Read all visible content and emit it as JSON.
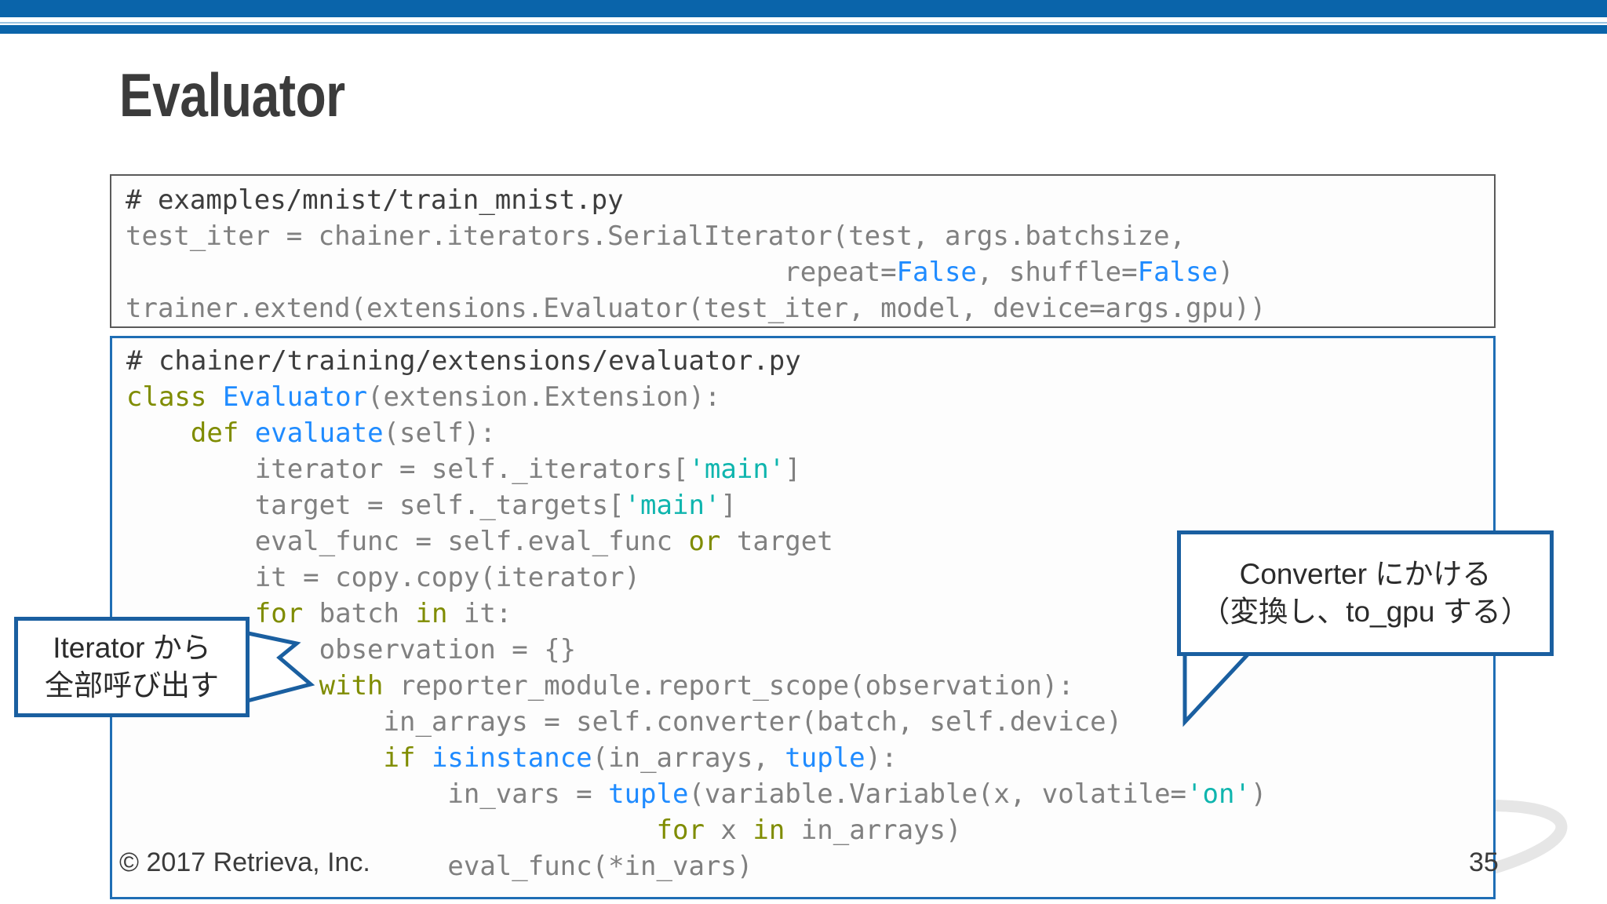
{
  "slide": {
    "title": "Evaluator",
    "page_number": "35",
    "copyright": "© 2017 Retrieva, Inc.",
    "accent_color": "#0a64aa",
    "callout_border_color": "#1a5fa0",
    "code_box_1_border_color": "#5a5a5a",
    "code_box_2_border_color": "#1f6eb5"
  },
  "code_block_1": {
    "lines": [
      [
        {
          "t": "# examples/mnist/train_mnist.py",
          "c": "comment"
        }
      ],
      [
        {
          "t": "test_iter = chainer.iterators.SerialIterator(test, args.batchsize,",
          "c": "plain"
        }
      ],
      [
        {
          "t": "                                         repeat=",
          "c": "plain"
        },
        {
          "t": "False",
          "c": "builtin"
        },
        {
          "t": ", shuffle=",
          "c": "plain"
        },
        {
          "t": "False",
          "c": "builtin"
        },
        {
          "t": ")",
          "c": "plain"
        }
      ],
      [
        {
          "t": "trainer.extend(extensions.Evaluator(test_iter, model, device=args.gpu))",
          "c": "plain"
        }
      ]
    ]
  },
  "code_block_2": {
    "lines": [
      [
        {
          "t": "# chainer/training/extensions/evaluator.py",
          "c": "comment"
        }
      ],
      [
        {
          "t": "class ",
          "c": "kw"
        },
        {
          "t": "Evaluator",
          "c": "def"
        },
        {
          "t": "(extension.Extension):",
          "c": "plain"
        }
      ],
      [
        {
          "t": "    ",
          "c": "plain"
        },
        {
          "t": "def ",
          "c": "kw"
        },
        {
          "t": "evaluate",
          "c": "def"
        },
        {
          "t": "(self):",
          "c": "plain"
        }
      ],
      [
        {
          "t": "        iterator = self._iterators[",
          "c": "plain"
        },
        {
          "t": "'main'",
          "c": "str"
        },
        {
          "t": "]",
          "c": "plain"
        }
      ],
      [
        {
          "t": "        target = self._targets[",
          "c": "plain"
        },
        {
          "t": "'main'",
          "c": "str"
        },
        {
          "t": "]",
          "c": "plain"
        }
      ],
      [
        {
          "t": "        eval_func = self.eval_func ",
          "c": "plain"
        },
        {
          "t": "or",
          "c": "kw"
        },
        {
          "t": " target",
          "c": "plain"
        }
      ],
      [
        {
          "t": "        it = copy.copy(iterator)",
          "c": "plain"
        }
      ],
      [
        {
          "t": "        ",
          "c": "plain"
        },
        {
          "t": "for",
          "c": "kw"
        },
        {
          "t": " batch ",
          "c": "plain"
        },
        {
          "t": "in",
          "c": "kw"
        },
        {
          "t": " it:",
          "c": "plain"
        }
      ],
      [
        {
          "t": "            observation = {}",
          "c": "plain"
        }
      ],
      [
        {
          "t": "            ",
          "c": "plain"
        },
        {
          "t": "with",
          "c": "kw"
        },
        {
          "t": " reporter_module.report_scope(observation):",
          "c": "plain"
        }
      ],
      [
        {
          "t": "                in_arrays = self.converter(batch, self.device)",
          "c": "plain"
        }
      ],
      [
        {
          "t": "                ",
          "c": "plain"
        },
        {
          "t": "if",
          "c": "kw"
        },
        {
          "t": " ",
          "c": "plain"
        },
        {
          "t": "isinstance",
          "c": "builtin"
        },
        {
          "t": "(in_arrays, ",
          "c": "plain"
        },
        {
          "t": "tuple",
          "c": "builtin"
        },
        {
          "t": "):",
          "c": "plain"
        }
      ],
      [
        {
          "t": "                    in_vars = ",
          "c": "plain"
        },
        {
          "t": "tuple",
          "c": "builtin"
        },
        {
          "t": "(variable.Variable(x, volatile=",
          "c": "plain"
        },
        {
          "t": "'on'",
          "c": "str"
        },
        {
          "t": ")",
          "c": "plain"
        }
      ],
      [
        {
          "t": "                                 ",
          "c": "plain"
        },
        {
          "t": "for",
          "c": "kw"
        },
        {
          "t": " x ",
          "c": "plain"
        },
        {
          "t": "in",
          "c": "kw"
        },
        {
          "t": " in_arrays)",
          "c": "plain"
        }
      ],
      [
        {
          "t": "                    eval_func(*in_vars)",
          "c": "plain"
        }
      ]
    ]
  },
  "callouts": {
    "left": {
      "line1": "Iterator から",
      "line2": "全部呼び出す"
    },
    "right": {
      "line1": "Converter にかける",
      "line2": "（変換し、to_gpu する）"
    }
  }
}
